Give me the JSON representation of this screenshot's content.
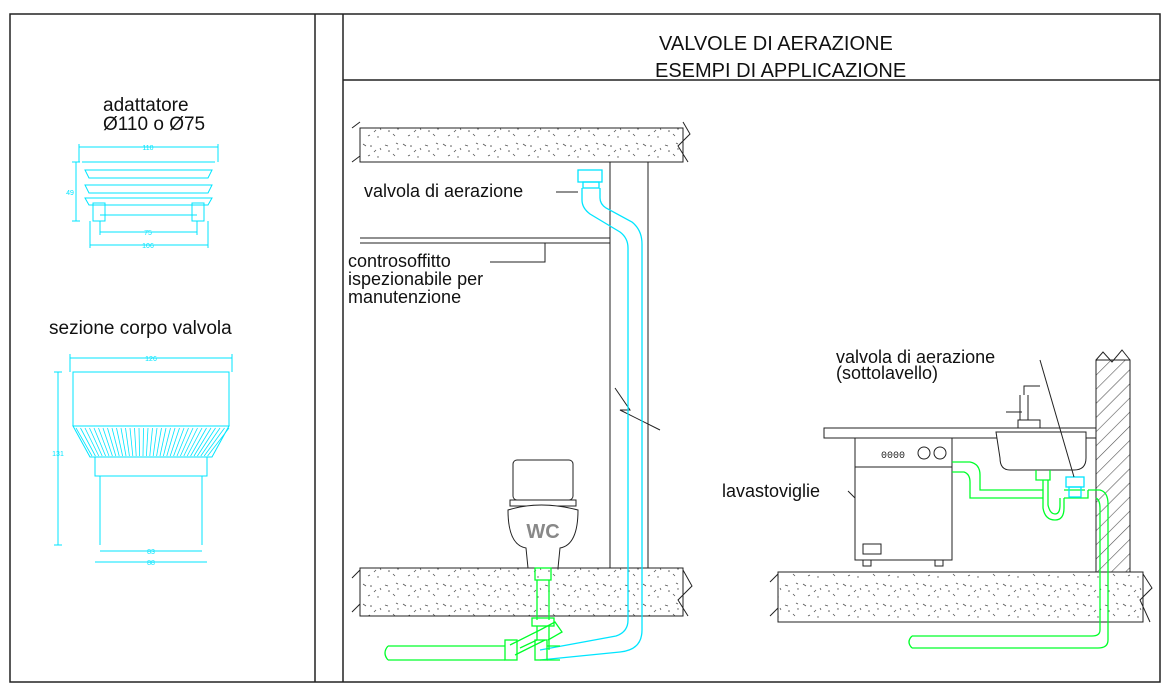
{
  "header": {
    "title_line1": "VALVOLE DI AERAZIONE",
    "title_line2": "ESEMPI DI APPLICAZIONE"
  },
  "left_panel": {
    "adapter_label_line1": "adattatore",
    "adapter_label_line2": "Ø110 o Ø75",
    "adapter_dims": {
      "top": "110",
      "height": "49",
      "inner": "75",
      "bottom": "106"
    },
    "section_label": "sezione corpo valvola",
    "section_dims": {
      "top": "126",
      "height": "131",
      "inner": "83",
      "bottom": "88"
    }
  },
  "left_scene": {
    "valve_label": "valvola di aerazione",
    "ceiling_label_line1": "controsoffitto",
    "ceiling_label_line2": "ispezionabile per",
    "ceiling_label_line3": "manutenzione",
    "wc_text": "WC"
  },
  "right_scene": {
    "valve_label_line1": "valvola di aerazione",
    "valve_label_line2": "(sottolavello)",
    "dishwasher_label": "lavastoviglie",
    "dishwasher_panel": "0000"
  },
  "colors": {
    "cyan": "#00e5ff",
    "green": "#00ff2a",
    "line": "#222222"
  }
}
